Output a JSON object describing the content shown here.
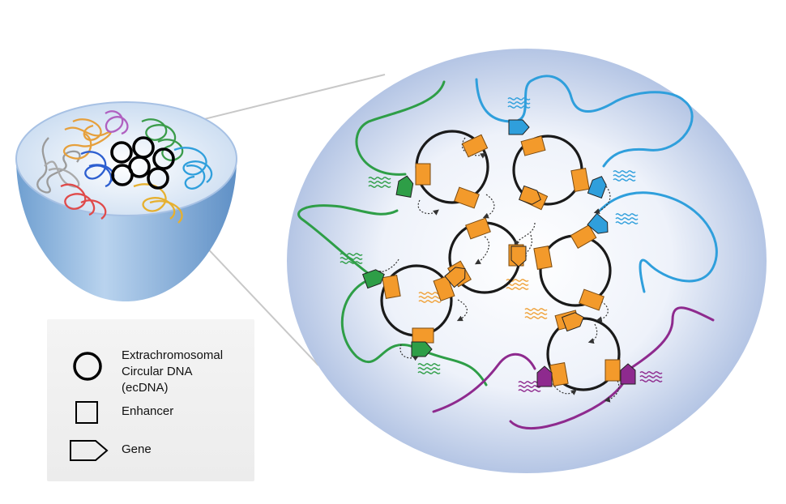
{
  "legend": {
    "ecdna": {
      "label": "Extrachromosomal\nCircular DNA\n(ecDNA)",
      "icon": "circle-icon"
    },
    "enhancer": {
      "label": "Enhancer",
      "icon": "square-icon"
    },
    "gene": {
      "label": "Gene",
      "icon": "pentagon-arrow-icon"
    }
  },
  "colors": {
    "enhancer": "#f39a2b",
    "transcript_orange": "#f0a23a",
    "green": "#2e9e47",
    "blue": "#2f9fdc",
    "purple": "#8e2a8e",
    "nucleus_edge": "#a9bedf",
    "nucleus_center": "#ffffff"
  }
}
